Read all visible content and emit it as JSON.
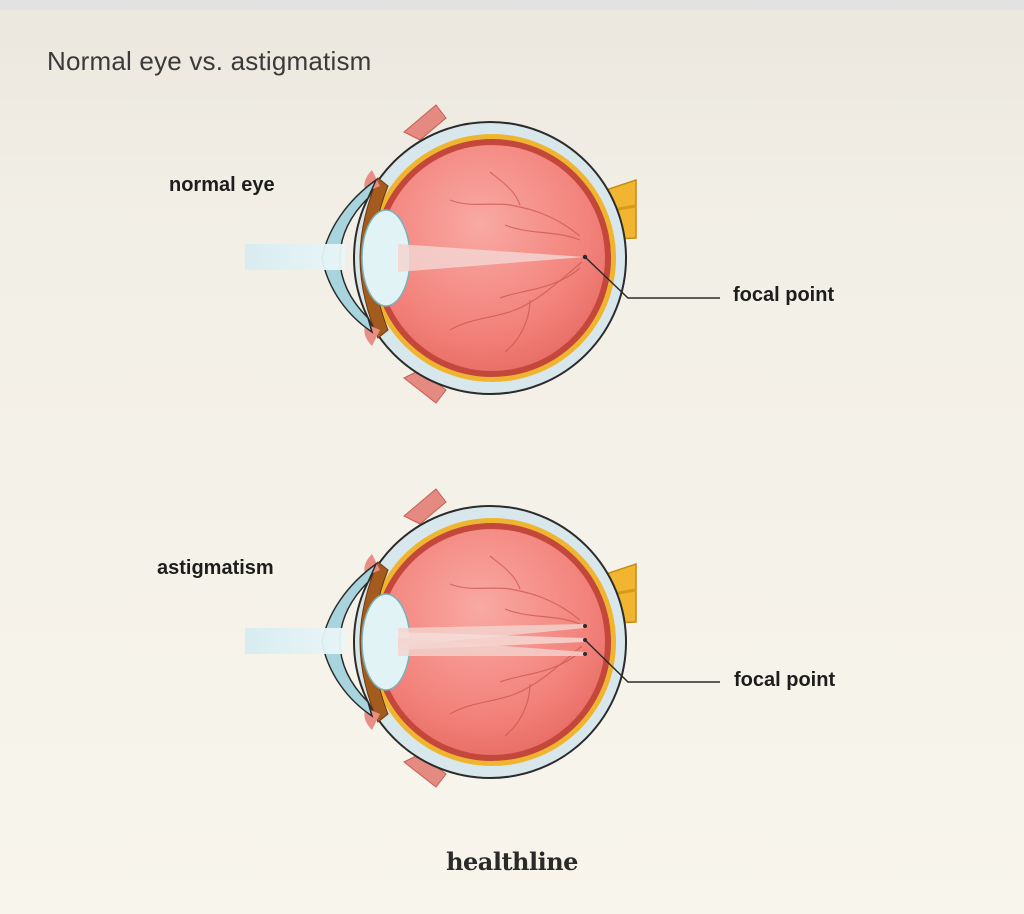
{
  "title": "Normal eye vs. astigmatism",
  "eyes": [
    {
      "label": "normal eye",
      "focal_label": "focal point",
      "focal_points": 1
    },
    {
      "label": "astigmatism",
      "focal_label": "focal point",
      "focal_points": 3
    }
  ],
  "brand": "healthline",
  "colors": {
    "sclera": "#d7e6ea",
    "retina_red": "#c4473b",
    "choroid_yellow": "#f0b530",
    "vitreous": "#f2817a",
    "cornea": "#a8d5dd",
    "lens": "#e2f3f6",
    "light_beam": "#cfe7ee",
    "optic_nerve": "#f2b52f",
    "outline": "#2b2b2b"
  }
}
